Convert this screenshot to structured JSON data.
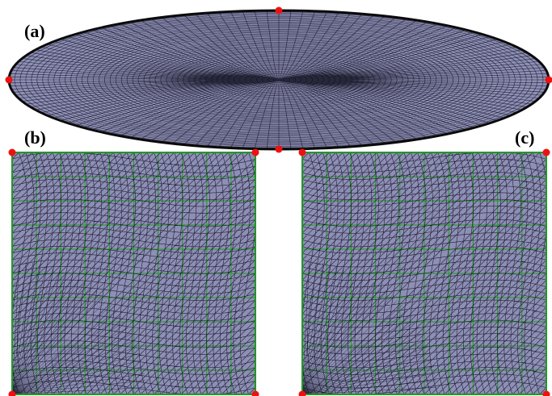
{
  "figure": {
    "panels": [
      {
        "id": "a",
        "label": "(a)",
        "shape": "ellipse"
      },
      {
        "id": "b",
        "label": "(b)",
        "shape": "square"
      },
      {
        "id": "c",
        "label": "(c)",
        "shape": "square"
      }
    ]
  },
  "colors": {
    "mesh_fill": "#8e8fb6",
    "mesh_fill_dark": "#3e3f5c",
    "mesh_line": "#0c0c1a",
    "grid_line": "#1f9a23",
    "boundary": "#0a0a0a",
    "corner_marker": "#ee1111"
  }
}
